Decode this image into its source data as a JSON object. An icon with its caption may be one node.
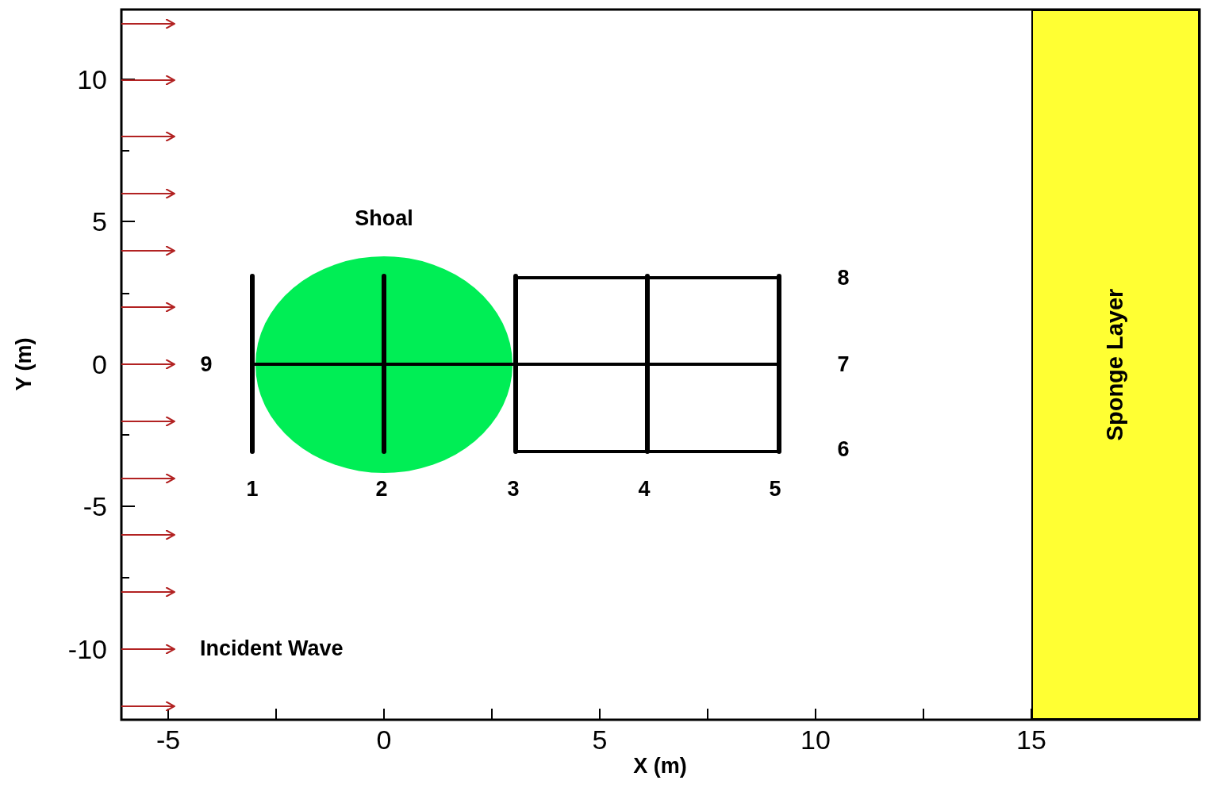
{
  "diagram": {
    "nodes": [
      {
        "text": [
          "Shoal"
        ]
      },
      {
        "text": [
          "Sponge Layer"
        ]
      }
    ],
    "labels": [
      "10",
      "5",
      "0",
      "-5",
      "-10",
      "Y (m)",
      "8",
      "9",
      "7",
      "6",
      "1",
      "2",
      "3",
      "4",
      "5",
      "Incident Wave",
      "-5",
      "0",
      "5",
      "10",
      "15",
      "X (m)"
    ]
  }
}
